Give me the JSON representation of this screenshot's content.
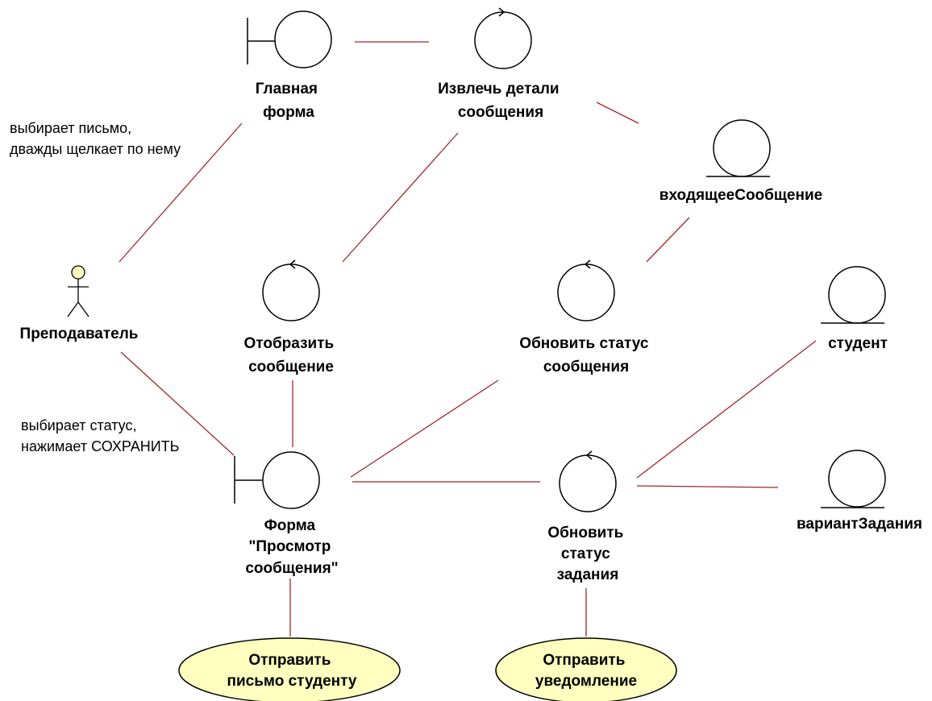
{
  "colors": {
    "association_line": "#a3262a",
    "use_case_fill": "#ffffc0",
    "actor_head_fill": "#ffffc0",
    "outline": "#000000",
    "background": "#ffffff"
  },
  "actor": {
    "icon": "stick-figure-actor-icon",
    "name": "Преподаватель"
  },
  "boundaries": {
    "main_form": {
      "icon": "boundary-icon",
      "lines": [
        "Главная",
        "форма"
      ]
    },
    "view_form": {
      "icon": "boundary-icon",
      "lines": [
        "Форма",
        "\"Просмотр",
        "сообщения\""
      ]
    }
  },
  "controls": {
    "extract_details": {
      "icon": "control-icon",
      "lines": [
        "Извлечь детали",
        "сообщения"
      ]
    },
    "display_message": {
      "icon": "control-icon",
      "lines": [
        "Отобразить",
        "сообщение"
      ]
    },
    "update_message_status": {
      "icon": "control-icon",
      "lines": [
        "Обновить статус",
        "сообщения"
      ]
    },
    "update_task_status": {
      "icon": "control-icon",
      "lines": [
        "Обновить",
        "статус",
        "задания"
      ]
    }
  },
  "entities": {
    "incoming_message": {
      "icon": "entity-icon",
      "name": "входящееСообщение"
    },
    "student": {
      "icon": "entity-icon",
      "name": "студент"
    },
    "task_variant": {
      "icon": "entity-icon",
      "name": "вариантЗадания"
    }
  },
  "use_cases": {
    "send_letter": {
      "lines": [
        "Отправить",
        "письмо студенту"
      ]
    },
    "send_notification": {
      "lines": [
        "Отправить",
        "уведомление"
      ]
    }
  },
  "notes": {
    "select_letter": [
      "выбирает письмо,",
      "дважды щелкает по нему"
    ],
    "select_status": [
      "выбирает статус,",
      "нажимает СОХРАНИТЬ"
    ]
  }
}
